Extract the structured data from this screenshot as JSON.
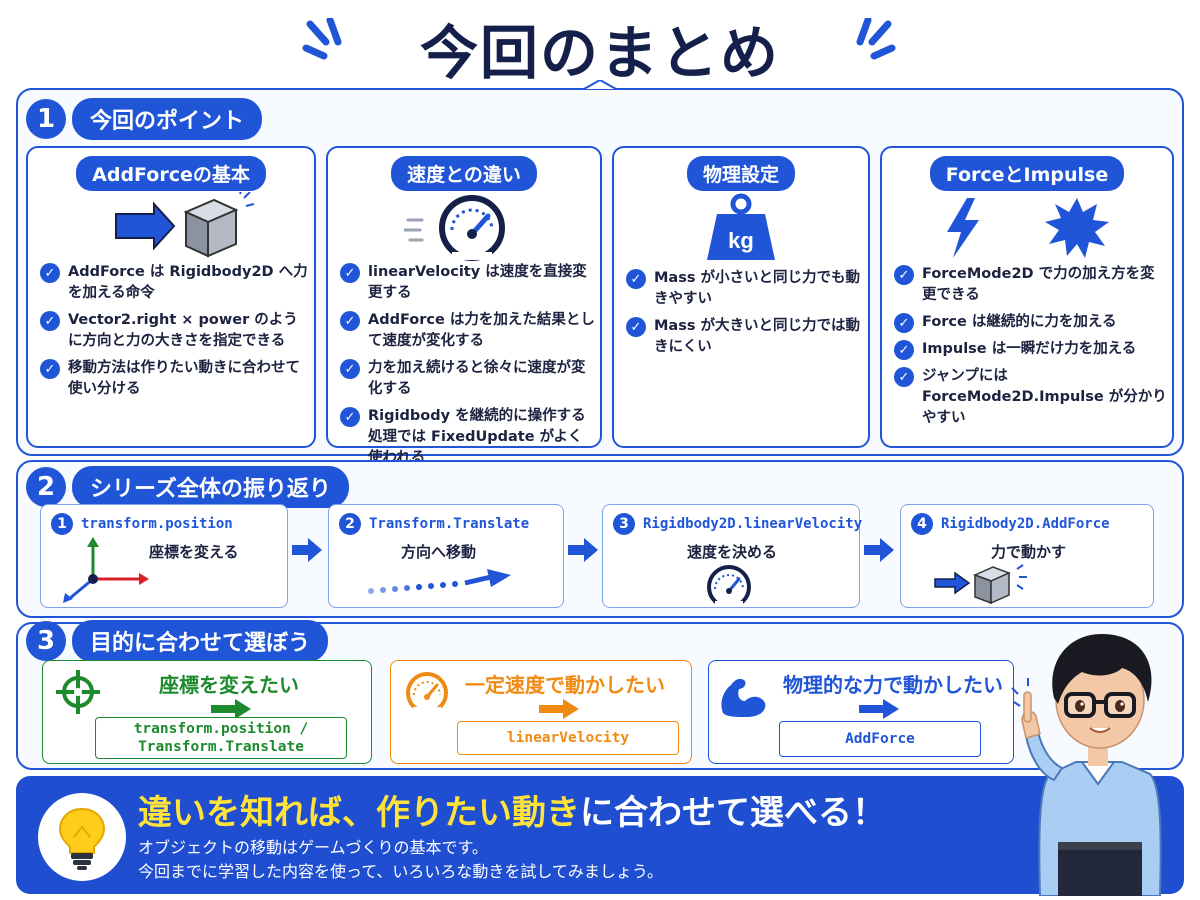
{
  "title": "今回のまとめ",
  "colors": {
    "primary": "#1f55d6",
    "navy": "#14204a",
    "green": "#1e8a2e",
    "orange": "#f08a12",
    "yellow": "#ffe33a"
  },
  "section1": {
    "number": "1",
    "label": "今回のポイント",
    "cards": [
      {
        "title": "AddForceの基本",
        "icon": "push-box-icon",
        "bullets": [
          "AddForce は Rigidbody2D へ力を加える命令",
          "Vector2.right × power のように方向と力の大きさを指定できる",
          "移動方法は作りたい動きに合わせて使い分ける"
        ]
      },
      {
        "title": "速度との違い",
        "icon": "speedometer-icon",
        "bullets": [
          "linearVelocity は速度を直接変更する",
          "AddForce は力を加えた結果として速度が変化する",
          "力を加え続けると徐々に速度が変化する",
          "Rigidbody を継続的に操作する処理では FixedUpdate がよく使われる"
        ]
      },
      {
        "title": "物理設定",
        "icon": "weight-icon",
        "icon_text": "kg",
        "bullets": [
          "Mass が小さいと同じ力でも動きやすい",
          "Mass が大きいと同じ力では動きにくい"
        ]
      },
      {
        "title": "ForceとImpulse",
        "icon": "lightning-icon",
        "bullets": [
          "ForceMode2D で力の加え方を変更できる",
          "Force は継続的に力を加える",
          "Impulse は一瞬だけ力を加える",
          "ジャンプには ForceMode2D.Impulse が分かりやすい"
        ]
      }
    ]
  },
  "section2": {
    "number": "2",
    "label": "シリーズ全体の振り返り",
    "steps": [
      {
        "num": "1",
        "name": "transform.position",
        "desc": "座標を変える",
        "icon": "axes-icon"
      },
      {
        "num": "2",
        "name": "Transform.Translate",
        "desc": "方向へ移動",
        "icon": "dotted-arrow-icon"
      },
      {
        "num": "3",
        "name": "Rigidbody2D.linearVelocity",
        "desc": "速度を決める",
        "icon": "speedometer-icon"
      },
      {
        "num": "4",
        "name": "Rigidbody2D.AddForce",
        "desc": "力で動かす",
        "icon": "push-box-icon"
      }
    ]
  },
  "section3": {
    "number": "3",
    "label": "目的に合わせて選ぼう",
    "choices": [
      {
        "title": "座標を変えたい",
        "line1": "transform.position /",
        "line2": "Transform.Translate",
        "icon": "crosshair-icon"
      },
      {
        "title": "一定速度で動かしたい",
        "line1": "linearVelocity",
        "icon": "speedometer-icon"
      },
      {
        "title": "物理的な力で動かしたい",
        "line1": "AddForce",
        "icon": "flexed-arm-icon"
      }
    ]
  },
  "banner": {
    "head_part1": "違いを知れば、作りたい動き",
    "head_part2": "に合わせて選べる！",
    "line1": "オブジェクトの移動はゲームづくりの基本です。",
    "line2": "今回までに学習した内容を使って、いろいろな動きを試してみましょう。",
    "icon": "lightbulb-icon"
  }
}
